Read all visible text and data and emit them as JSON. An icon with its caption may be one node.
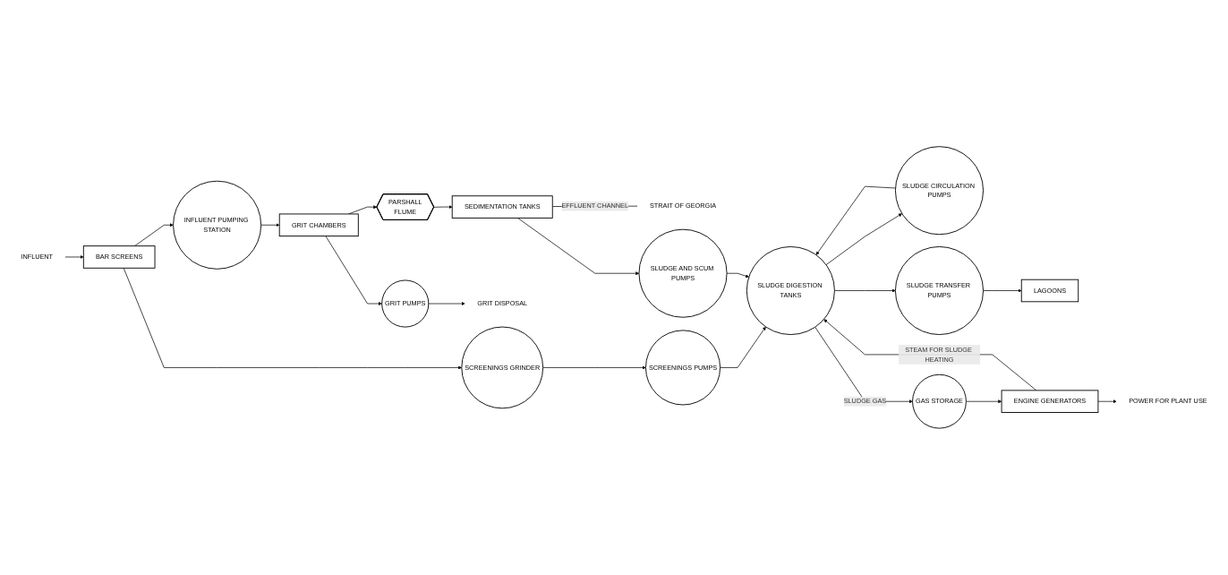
{
  "diagram": {
    "nodes": [
      {
        "text": [
          "INFLUENT"
        ]
      },
      {
        "text": [
          "BAR SCREENS"
        ]
      },
      {
        "text": [
          "INFLUENT PUMPING STATION"
        ]
      },
      {
        "text": [
          "GRIT CHAMBERS"
        ]
      },
      {
        "text": [
          "PARSHALL",
          "FLUME"
        ]
      },
      {
        "text": [
          "SEDIMENTATION TANKS"
        ]
      },
      {
        "text": [
          "STRAIT OF GEORGIA"
        ]
      },
      {
        "text": [
          "GRIT PUMPS"
        ]
      },
      {
        "text": [
          "GRIT DISPOSAL"
        ]
      },
      {
        "text": [
          "SLUDGE AND SCUM PUMPS"
        ]
      },
      {
        "text": [
          "LAGOONS"
        ]
      },
      {
        "text": [
          "SCREENINGS GRINDER"
        ]
      },
      {
        "text": [
          "SCREENINGS PUMPS"
        ]
      },
      {
        "text": [
          "SLUDGE CIRCULATION PUMPS"
        ]
      },
      {
        "text": [
          "ENGINE GENERATORS"
        ]
      },
      {
        "text": [
          "GAS STORAGE"
        ]
      },
      {
        "text": [
          "SLUDGE DIGESTION TANKS"
        ]
      },
      {
        "text": [
          "SLUDGE TRANSFER PUMPS"
        ]
      },
      {
        "text": [
          "POWER FOR PLANT USE"
        ]
      }
    ],
    "edges": [
      {
        "from": 0,
        "to": 1,
        "arrow": "to"
      },
      {
        "from": 1,
        "to": 2,
        "arrow": "to"
      },
      {
        "from": 2,
        "to": 3,
        "arrow": "to"
      },
      {
        "from": 3,
        "to": 4,
        "arrow": "to"
      },
      {
        "from": 4,
        "to": 5,
        "arrow": "to"
      },
      {
        "from": 5,
        "to": 6,
        "arrow": "none",
        "label": "EFFLUENT CHANNEL"
      },
      {
        "from": 3,
        "to": 7,
        "arrow": "to"
      },
      {
        "from": 7,
        "to": 8,
        "arrow": "to"
      },
      {
        "from": 5,
        "to": 9,
        "arrow": "to"
      },
      {
        "from": 1,
        "to": 11,
        "arrow": "to"
      },
      {
        "from": 11,
        "to": 12,
        "arrow": "to"
      },
      {
        "from": 12,
        "to": 16,
        "arrow": "to"
      },
      {
        "from": 9,
        "to": 16,
        "arrow": "to"
      },
      {
        "from": 13,
        "to": 16,
        "arrow": "to"
      },
      {
        "from": 14,
        "to": 16,
        "arrow": "to",
        "label": "STEAM FOR SLUDGE HEATING"
      },
      {
        "from": 16,
        "to": 13,
        "arrow": "to"
      },
      {
        "from": 16,
        "to": 15,
        "arrow": "to",
        "label": "SLUDGE GAS"
      },
      {
        "from": 15,
        "to": 14,
        "arrow": "to"
      },
      {
        "from": 14,
        "to": 18,
        "arrow": "to"
      },
      {
        "from": 16,
        "to": 17,
        "arrow": "to"
      },
      {
        "from": 17,
        "to": 10,
        "arrow": "to"
      }
    ]
  }
}
